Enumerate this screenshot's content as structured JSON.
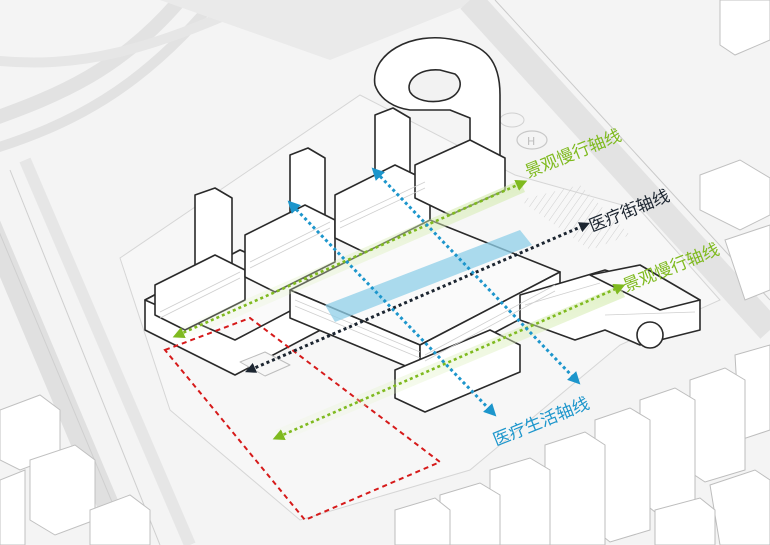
{
  "colors": {
    "background": "#ffffff",
    "ground": "#efefef",
    "road": "#e2e2e2",
    "building_fill": "#ffffff",
    "building_stroke": "#2a2a2a",
    "context_stroke": "#bdbdbd",
    "landscape_axis": "#7fba1f",
    "medical_street_axis": "#1c2530",
    "medical_life_axis": "#1d96cc",
    "highlight_band": "#8fcfe8",
    "site_boundary": "#d61a1a"
  },
  "labels": {
    "landscape_axis_upper": "景观慢行轴线",
    "landscape_axis_lower": "景观慢行轴线",
    "medical_street_axis": "医疗街轴线",
    "medical_life_axis": "医疗生活轴线"
  },
  "icons": {
    "landscape_axis_arrow": "double-arrow",
    "medical_street_arrow": "double-arrow",
    "medical_life_arrow": "double-arrow",
    "helipad": "h-helipad-icon"
  }
}
